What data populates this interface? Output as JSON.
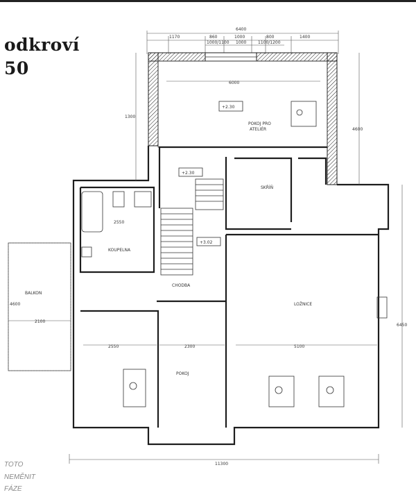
{
  "header": {
    "title_line1": "odkroví",
    "title_line2": "50"
  },
  "top_dimensions": {
    "overall": "6400",
    "segments": [
      "1170",
      "860",
      "1000",
      "800",
      "1400"
    ],
    "windows": [
      "1000/1100",
      "1000",
      "1100/1200"
    ]
  },
  "rooms": {
    "pokoj_ateliér": {
      "name": "POKOJ PRO",
      "name2": "ATELIÉR",
      "level": "+2.30",
      "width": "6000"
    },
    "koupelna": {
      "name": "KOUPELNA",
      "dim": "2550"
    },
    "skrin": {
      "name": "SKŘÍŇ"
    },
    "schodiste_level": "+2.30",
    "landing_level": "+3.02",
    "chodba": {
      "name": "CHODBA"
    },
    "balkon": {
      "name": "BALKON",
      "dim1": "2100",
      "dim2": "4600"
    },
    "loznice": {
      "name": "LOŽNICE",
      "dim": "5100"
    },
    "left_room": {
      "dim": "2550"
    },
    "pokoj": {
      "name": "POKOJ",
      "dim": "2300"
    }
  },
  "annotations": {
    "side_left": "1300",
    "side_right": "4600",
    "side_right2": "6450",
    "bottom_overall": "11300"
  },
  "notes": {
    "bottom_left": [
      "TOTO",
      "NEMĚNIT",
      "FÁZE"
    ]
  }
}
